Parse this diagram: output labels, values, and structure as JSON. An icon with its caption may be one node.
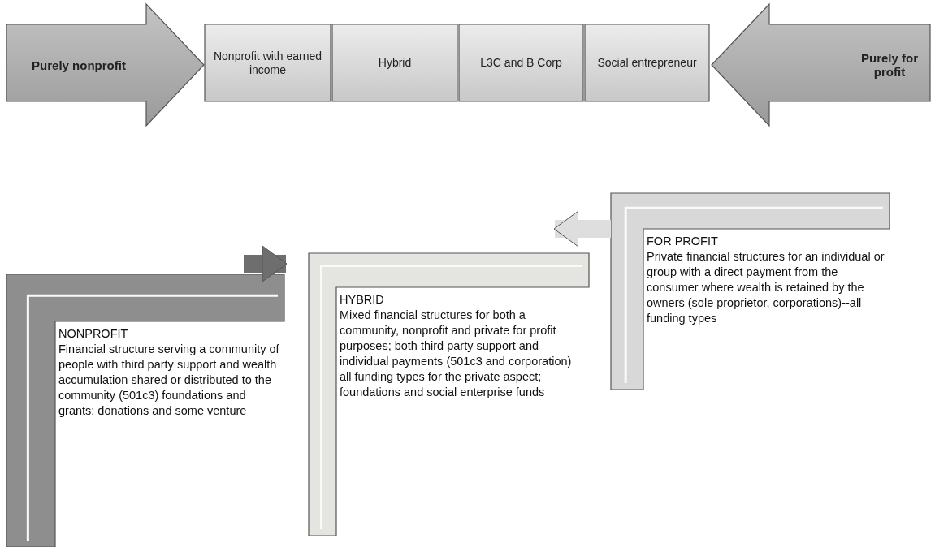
{
  "diagram": {
    "nodes": [
      {
        "text": [
          "Purely nonprofit"
        ]
      },
      {
        "text": [
          "Nonprofit with earned income"
        ]
      },
      {
        "text": [
          "Hybrid"
        ]
      },
      {
        "text": [
          "L3C and B Corp"
        ]
      },
      {
        "text": [
          "Social entrepreneur"
        ]
      },
      {
        "text": [
          "Purely for profit"
        ]
      },
      {
        "text": [
          "NONPROFIT",
          "Financial structure serving a community of people with third party support and wealth accumulation shared or distributed to the community (501c3) foundations and grants; donations and some venture"
        ]
      },
      {
        "text": [
          "HYBRID",
          "Mixed financial structures for both a community, nonprofit and private for profit purposes; both third party support and individual payments (501c3 and corporation) all funding types for the private aspect; foundations and social enterprise funds"
        ]
      },
      {
        "text": [
          "FOR PROFIT",
          "Private financial structures for an individual or group with a direct payment from the consumer where wealth is retained by the owners (sole proprietor, corporations)--all funding types"
        ]
      }
    ],
    "edges": [
      {
        "from": 6,
        "to": 7,
        "arrow": "to",
        "color": "#6e6e6e"
      },
      {
        "from": 8,
        "to": 7,
        "arrow": "to",
        "color": "#dedede"
      }
    ]
  }
}
